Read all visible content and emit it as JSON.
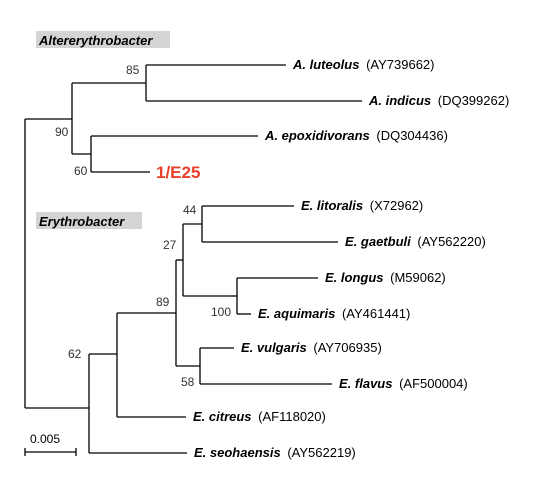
{
  "clades": {
    "altererythrobacter": "Altererythrobacter",
    "erythrobacter": "Erythrobacter"
  },
  "taxa": [
    {
      "species": "A. luteolus",
      "accession": "(AY739662)"
    },
    {
      "species": "A. indicus",
      "accession": "(DQ399262)"
    },
    {
      "species": "A. epoxidivorans",
      "accession": "(DQ304436)"
    },
    {
      "species": "1/E25",
      "accession": ""
    },
    {
      "species": "E. litoralis",
      "accession": "(X72962)"
    },
    {
      "species": "E. gaetbuli",
      "accession": "(AY562220)"
    },
    {
      "species": "E. longus",
      "accession": "(M59062)"
    },
    {
      "species": "E. aquimaris",
      "accession": "(AY461441)"
    },
    {
      "species": "E. vulgaris",
      "accession": "(AY706935)"
    },
    {
      "species": "E. flavus",
      "accession": "(AF500004)"
    },
    {
      "species": "E. citreus",
      "accession": "(AF118020)"
    },
    {
      "species": "E. seohaensis",
      "accession": "(AY562219)"
    }
  ],
  "bootstrap": {
    "n85": "85",
    "n90": "90",
    "n60": "60",
    "n44": "44",
    "n27": "27",
    "n89": "89",
    "n100": "100",
    "n58": "58",
    "n62": "62"
  },
  "scale_bar": {
    "label": "0.005"
  },
  "colors": {
    "highlight": "#e8402a",
    "clade_label_bg": "#d4d4d4"
  }
}
